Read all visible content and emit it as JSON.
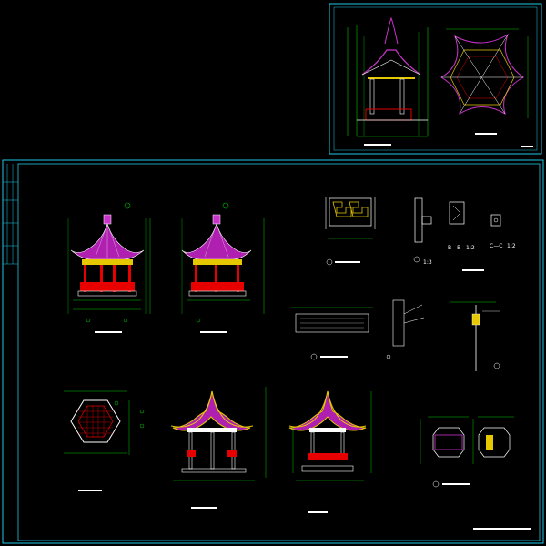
{
  "colors": {
    "frame": "#1ec8e6",
    "dim": "#00c800",
    "line": "#ffffff",
    "roof": "#cc33cc",
    "gold": "#e6c800",
    "red": "#e60000",
    "blue": "#3c5aff",
    "cyan": "#00dcdc"
  },
  "labels": {
    "section_b": "B—B",
    "section_b_scale": "1:2",
    "section_c": "C—C",
    "section_c_scale": "1:2",
    "detail_a_scale": "1:3"
  }
}
